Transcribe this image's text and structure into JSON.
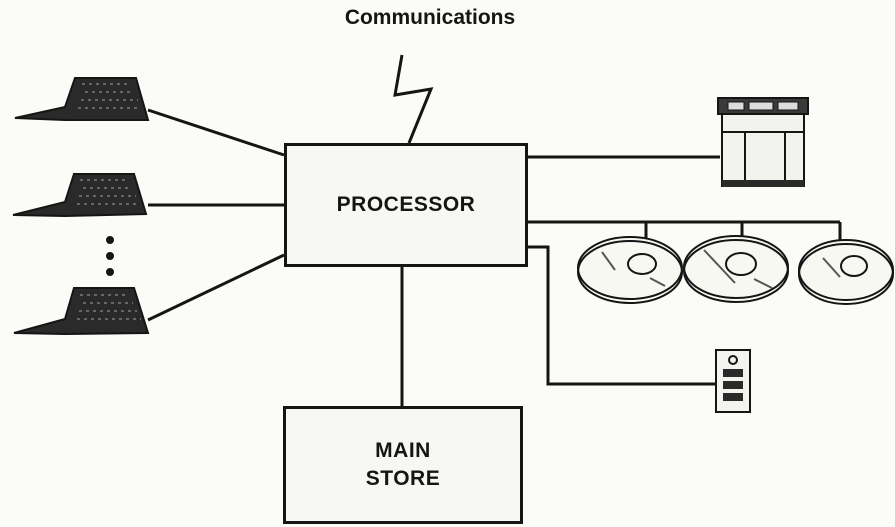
{
  "labels": {
    "communications": "Communications",
    "processor": "PROCESSOR",
    "main_store_line1": "MAIN",
    "main_store_line2": "STORE"
  },
  "colors": {
    "line": "#151515",
    "background": "#fbfbf8",
    "box_fill": "#f7f7f3",
    "device_fill": "#2a2a2a"
  },
  "icons": {
    "terminals": [
      "terminal-icon",
      "terminal-icon",
      "terminal-icon"
    ],
    "printer": "line-printer-icon",
    "disks": [
      "disk-drive-icon",
      "disk-drive-icon",
      "disk-drive-icon"
    ],
    "tape": "tape-unit-icon",
    "link": "lightning-bolt-icon"
  }
}
